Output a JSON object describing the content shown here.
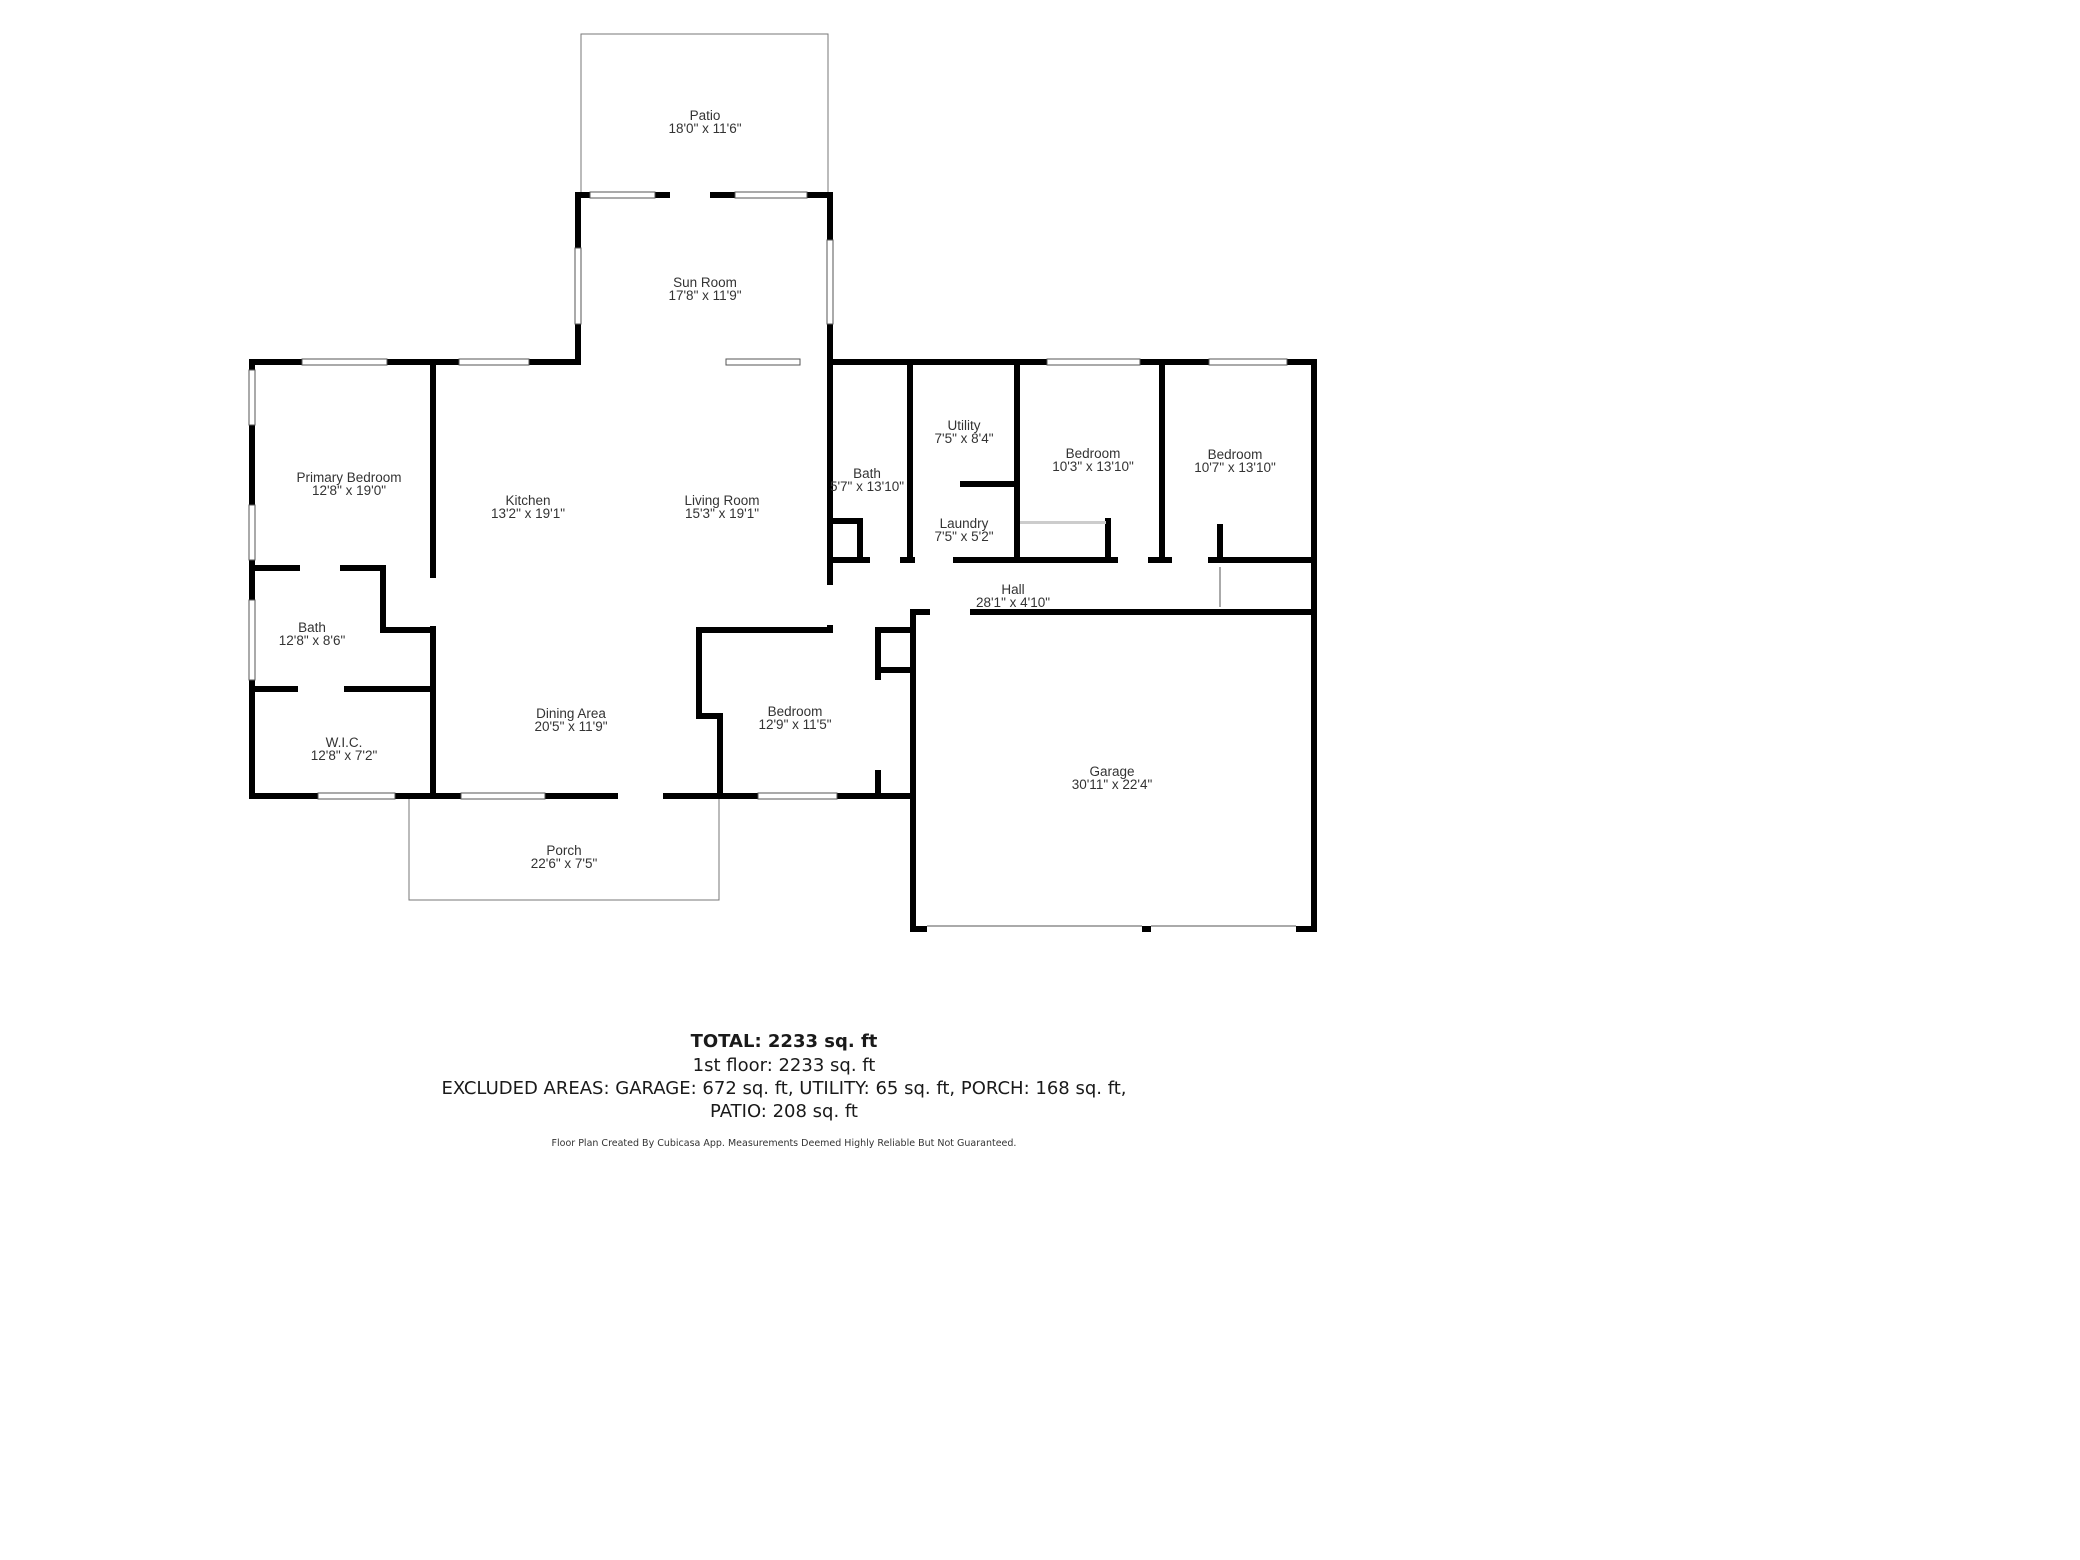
{
  "rooms": {
    "patio": {
      "name": "Patio",
      "dims": "18'0\" x 11'6\""
    },
    "sunroom": {
      "name": "Sun Room",
      "dims": "17'8\" x 11'9\""
    },
    "primary_bedroom": {
      "name": "Primary Bedroom",
      "dims": "12'8\" x 19'0\""
    },
    "kitchen": {
      "name": "Kitchen",
      "dims": "13'2\" x 19'1\""
    },
    "living_room": {
      "name": "Living Room",
      "dims": "15'3\" x 19'1\""
    },
    "bath_hall": {
      "name": "Bath",
      "dims": "5'7\" x 13'10\""
    },
    "utility": {
      "name": "Utility",
      "dims": "7'5\" x 8'4\""
    },
    "laundry": {
      "name": "Laundry",
      "dims": "7'5\" x 5'2\""
    },
    "bedroom_2": {
      "name": "Bedroom",
      "dims": "10'3\" x 13'10\""
    },
    "bedroom_3": {
      "name": "Bedroom",
      "dims": "10'7\" x 13'10\""
    },
    "hall": {
      "name": "Hall",
      "dims": "28'1\" x 4'10\""
    },
    "bath_primary": {
      "name": "Bath",
      "dims": "12'8\" x 8'6\""
    },
    "wic": {
      "name": "W.I.C.",
      "dims": "12'8\" x 7'2\""
    },
    "dining_area": {
      "name": "Dining Area",
      "dims": "20'5\" x 11'9\""
    },
    "bedroom_4": {
      "name": "Bedroom",
      "dims": "12'9\" x 11'5\""
    },
    "garage": {
      "name": "Garage",
      "dims": "30'11\" x 22'4\""
    },
    "porch": {
      "name": "Porch",
      "dims": "22'6\" x 7'5\""
    }
  },
  "summary": {
    "total": "TOTAL: 2233 sq. ft",
    "floor1": "1st floor: 2233 sq. ft",
    "excluded_line1": "EXCLUDED AREAS: GARAGE: 672 sq. ft, UTILITY: 65 sq. ft, PORCH: 168 sq. ft,",
    "excluded_line2": "PATIO: 208 sq. ft"
  },
  "footer": "Floor Plan Created By Cubicasa App. Measurements Deemed Highly Reliable But Not Guaranteed.",
  "colors": {
    "wall": "#000000",
    "window": "#d9d9d9",
    "outline": "#777777",
    "background": "#ffffff"
  }
}
